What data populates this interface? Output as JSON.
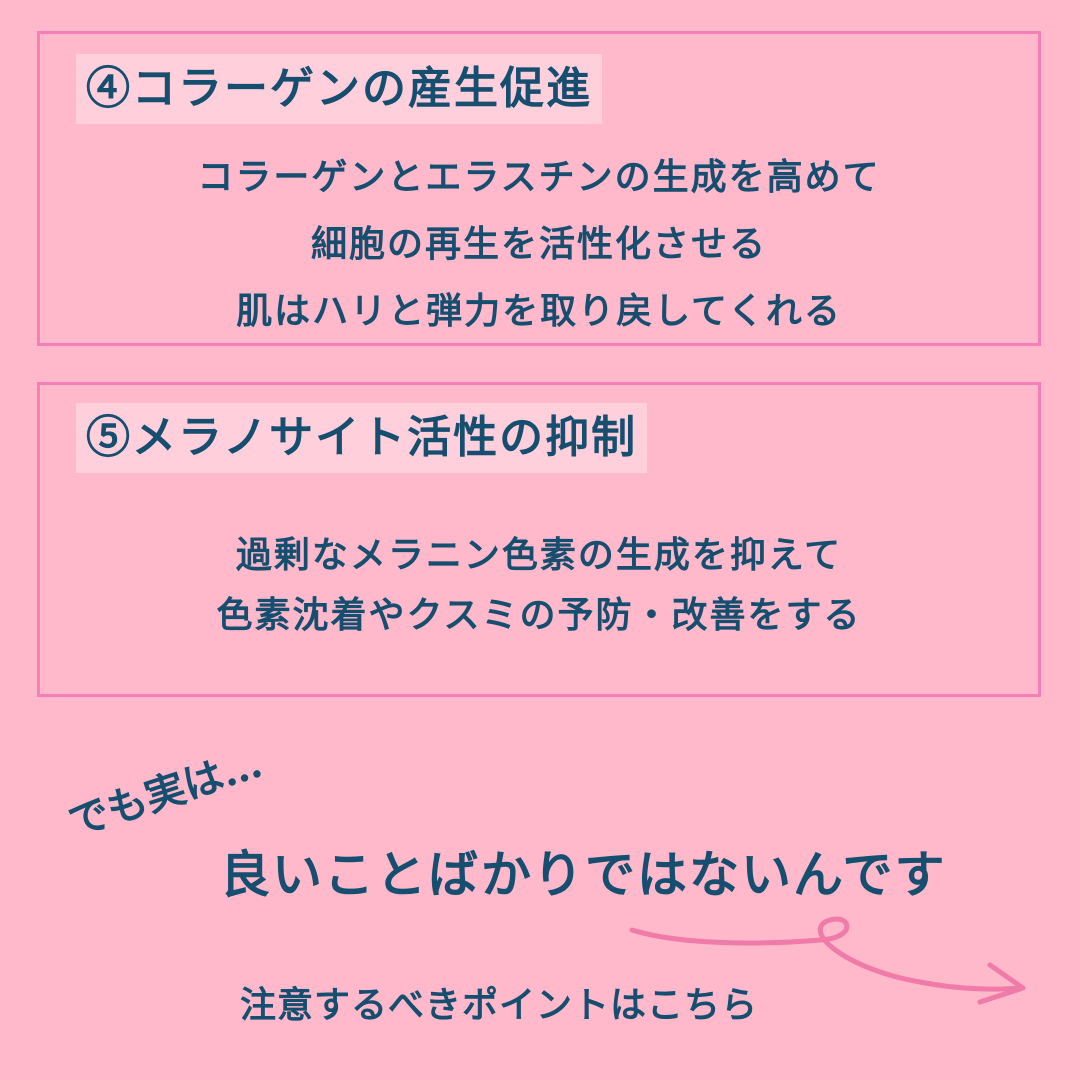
{
  "sections": [
    {
      "heading": "④コラーゲンの産生促進",
      "lines": [
        "コラーゲンとエラスチンの生成を高めて",
        "細胞の再生を活性化させる",
        "肌はハリと弾力を取り戻してくれる"
      ]
    },
    {
      "heading": "⑤メラノサイト活性の抑制",
      "lines": [
        "過剰なメラニン色素の生成を抑えて",
        "色素沈着やクスミの予防・改善をする"
      ]
    }
  ],
  "aside": "でも実は…",
  "main": "良いことばかりではないんです",
  "cta": "注意するべきポイントはこちら",
  "colors": {
    "background": "#ffb9cb",
    "text": "#154e6e",
    "border": "#f77fb8",
    "accent": "#f07aa8"
  }
}
